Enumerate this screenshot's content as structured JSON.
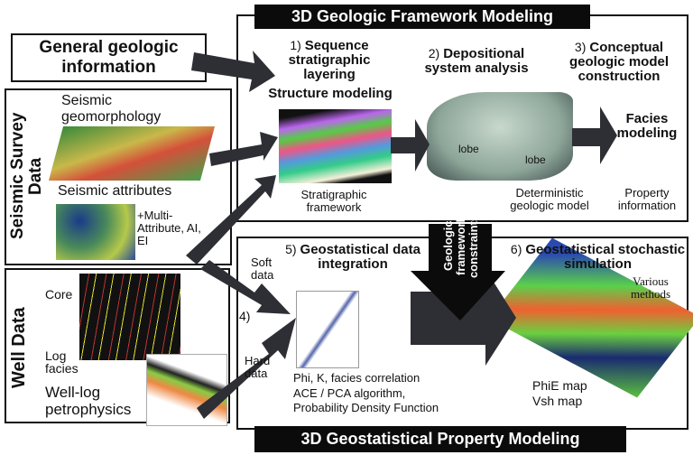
{
  "top_section": {
    "title": "3D Geologic Framework Modeling",
    "step1_num": "1)",
    "step1_title": "Sequence stratigraphic layering",
    "step1_sub": "Structure modeling",
    "step1_caption": "Stratigraphic framework",
    "step2_num": "2)",
    "step2_title": "Depositional system analysis",
    "step2_caption": "Deterministic geologic model",
    "lobe_label_1": "lobe",
    "lobe_label_2": "lobe",
    "step3_num": "3)",
    "step3_title": "Conceptual geologic model construction",
    "step3_sub": "Facies modeling",
    "step3_caption": "Property information"
  },
  "general_info": {
    "label": "General geologic information"
  },
  "seismic": {
    "title": "Seismic Survey Data",
    "geomorphology": "Seismic geomorphology",
    "attributes": "Seismic attributes",
    "multi": "+Multi-Attribute, AI, EI"
  },
  "well": {
    "title": "Well Data",
    "core": "Core",
    "log_facies": "Log facies",
    "petrophysics": "Well-log petrophysics"
  },
  "constraints": {
    "label": "Geologic framework constraints"
  },
  "bottom_section": {
    "title": "3D Geostatistical Property Modeling",
    "soft_data": "Soft data",
    "hard_data": "Hard data",
    "step4_num": "4)",
    "step5_num": "5)",
    "step5_title": "Geostatistical data integration",
    "step5_line1": "Phi, K, facies correlation",
    "step5_line2": "ACE / PCA algorithm,",
    "step5_line3": "Probability Density Function",
    "step6_num": "6)",
    "step6_title": "Geostatistical stochastic simulation",
    "various": "Various methods",
    "phie": "PhiE map",
    "vsh": "Vsh map"
  },
  "colors": {
    "arrow": "#2e2e35",
    "bar": "#0b0b0b"
  }
}
